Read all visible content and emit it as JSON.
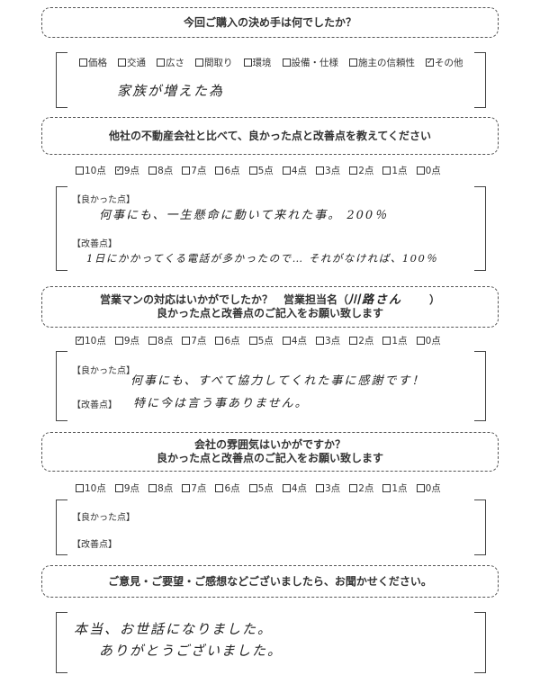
{
  "q1": {
    "title": "今回ご購入の決め手は何でしたか？",
    "options": [
      {
        "label": "価格",
        "checked": false
      },
      {
        "label": "交通",
        "checked": false
      },
      {
        "label": "広さ",
        "checked": false
      },
      {
        "label": "間取り",
        "checked": false
      },
      {
        "label": "環境",
        "checked": false
      },
      {
        "label": "設備・仕様",
        "checked": false
      },
      {
        "label": "施主の信頼性",
        "checked": false
      },
      {
        "label": "その他",
        "checked": true
      }
    ],
    "answer": "家族が増えた為"
  },
  "q2": {
    "title": "他社の不動産会社と比べて、良かった点と改善点を教えてください",
    "selected_score": "9点",
    "good_label": "【良かった点】",
    "good": "何事にも、一生懸命に動いて来れた事。 200％",
    "improve_label": "【改善点】",
    "improve": "1日にかかってくる電話が多かったので… それがなければ、100％"
  },
  "q3": {
    "title_line1": "営業マンの対応はいかがでしたか？　営業担当名（",
    "staff_name": "川路さん",
    "title_close": "）",
    "title_line2": "良かった点と改善点のご記入をお願い致します",
    "selected_score": "10点",
    "good_label": "【良かった点】",
    "good": "何事にも、すべて協力してくれた事に感謝です！",
    "improve_label": "【改善点】",
    "improve": "特に今は言う事ありません。"
  },
  "q4": {
    "title_line1": "会社の雰囲気はいかがですか？",
    "title_line2": "良かった点と改善点のご記入をお願い致します",
    "selected_score": "",
    "good_label": "【良かった点】",
    "improve_label": "【改善点】"
  },
  "q5": {
    "title": "ご意見・ご要望・ご感想などございましたら、お聞かせください。",
    "answer_line1": "本当、お世話になりました。",
    "answer_line2": "ありがとうございました。"
  },
  "scores": [
    "10点",
    "9点",
    "8点",
    "7点",
    "6点",
    "5点",
    "4点",
    "3点",
    "2点",
    "1点",
    "0点"
  ]
}
